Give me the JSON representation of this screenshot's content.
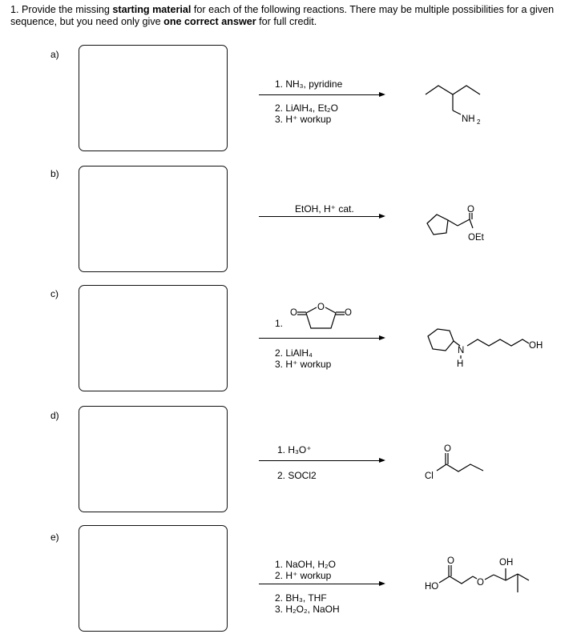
{
  "instructions": {
    "number": "1.",
    "t1": "Provide the missing ",
    "b1": "starting material",
    "t2": " for each of the following reactions.  There may be multiple possibilities for a given sequence, but you need only give ",
    "b2": "one correct answer",
    "t3": " for full credit."
  },
  "problems": [
    {
      "label": "a)",
      "conditions_above": [
        "1. NH₃, pyridine"
      ],
      "conditions_below": [
        "2. LiAlH₄, Et₂O",
        "3. H⁺ workup"
      ],
      "product_labels": {
        "amine": "NH",
        "amine_sub": "2"
      }
    },
    {
      "label": "b)",
      "conditions_above": [
        "EtOH, H⁺ cat."
      ],
      "conditions_below": [],
      "product_labels": {
        "carbonyl_o": "O",
        "ester": "OEt"
      }
    },
    {
      "label": "c)",
      "conditions_above": [
        "1."
      ],
      "reagent_labels": {
        "o1": "O",
        "o2": "O",
        "o3": "O"
      },
      "conditions_below": [
        "2. LiAlH₄",
        "3. H⁺ workup"
      ],
      "product_labels": {
        "n": "N",
        "h": "H",
        "oh": "OH"
      }
    },
    {
      "label": "d)",
      "conditions_above": [
        "1. H₃O⁺"
      ],
      "conditions_below": [
        "2. SOCl2"
      ],
      "product_labels": {
        "cl": "Cl",
        "carbonyl_o": "O"
      }
    },
    {
      "label": "e)",
      "conditions_above": [
        "1. NaOH, H₂O",
        "2. H⁺ workup"
      ],
      "conditions_below": [
        "2. BH₃, THF",
        "3. H₂O₂, NaOH"
      ],
      "product_labels": {
        "ho": "HO",
        "carbonyl_o": "O",
        "ring_o": "O",
        "oh": "OH"
      }
    }
  ]
}
